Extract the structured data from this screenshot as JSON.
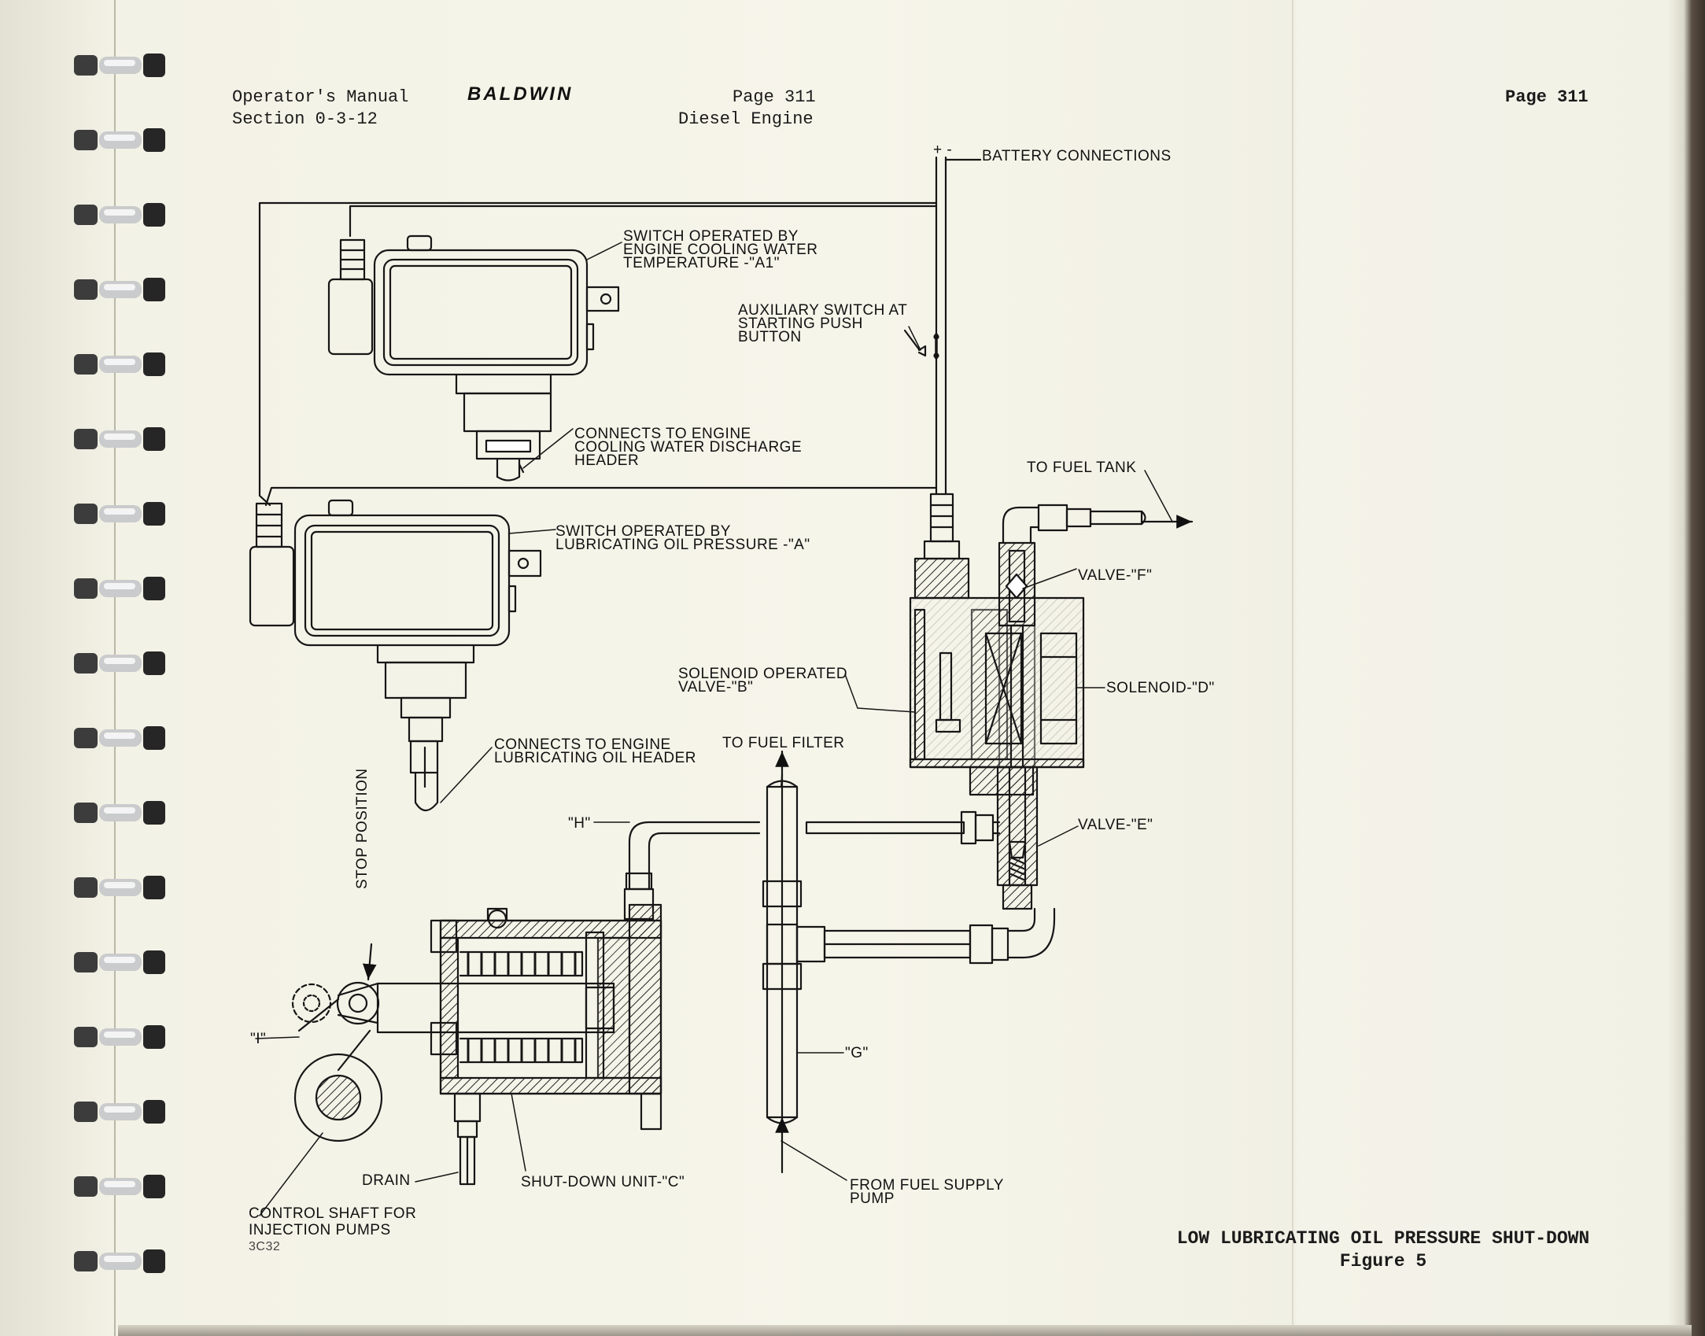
{
  "header": {
    "manual": "Operator's Manual",
    "section": "Section 0-3-12",
    "brand": "BALDWIN",
    "page_left": "Page 311",
    "subject": "Diesel Engine",
    "page_right": "Page 311"
  },
  "labels": {
    "polarity": "+ -",
    "battery": "BATTERY CONNECTIONS",
    "switch_a1": "SWITCH OPERATED BY\nENGINE COOLING WATER\nTEMPERATURE -\"A1\"",
    "aux_switch": "AUXILIARY SWITCH AT\nSTARTING PUSH\nBUTTON",
    "cooling_header": "CONNECTS TO ENGINE\nCOOLING WATER DISCHARGE\nHEADER",
    "fuel_tank": "TO FUEL TANK",
    "switch_a": "SWITCH OPERATED BY\nLUBRICATING OIL PRESSURE -\"A\"",
    "valve_f": "VALVE-\"F\"",
    "solenoid_valve": "SOLENOID OPERATED\nVALVE-\"B\"",
    "solenoid_d": "SOLENOID-\"D\"",
    "lube_header": "CONNECTS TO ENGINE\nLUBRICATING OIL HEADER",
    "fuel_filter": "TO FUEL FILTER",
    "h": "\"H\"",
    "valve_e": "VALVE-\"E\"",
    "stop_position": "STOP POSITION",
    "i": "\"I\"",
    "g": "\"G\"",
    "drain": "DRAIN",
    "shutdown_unit": "SHUT-DOWN UNIT-\"C\"",
    "fuel_supply": "FROM FUEL SUPPLY\nPUMP",
    "control_shaft": "CONTROL SHAFT FOR\nINJECTION PUMPS",
    "drawing_no": "3C32"
  },
  "caption": {
    "title": "LOW LUBRICATING OIL PRESSURE SHUT-DOWN",
    "figure": "Figure 5"
  }
}
